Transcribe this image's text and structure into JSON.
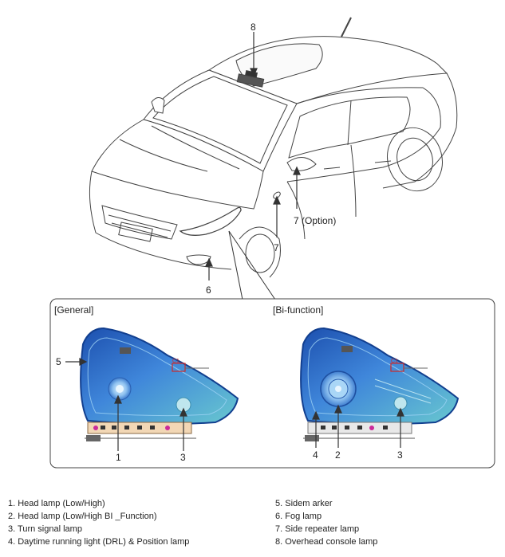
{
  "callouts": {
    "c8": "8",
    "c7_option": "7 (Option)",
    "c7": "7",
    "c6": "6"
  },
  "panels": {
    "general": {
      "title": "[General]",
      "callouts": [
        "5",
        "1",
        "3"
      ],
      "connector_label": "C1"
    },
    "bifunction": {
      "title": "[Bi-function]",
      "callouts": [
        "4",
        "2",
        "3"
      ],
      "connector_label": "C1"
    }
  },
  "legend": {
    "left": [
      "1. Head lamp (Low/High)",
      "2. Head lamp (Low/High BI _Function)",
      "3. Turn signal lamp",
      "4. Daytime running light (DRL) & Position lamp"
    ],
    "right": [
      "5. Sidem arker",
      "6. Fog lamp",
      "7. Side repeater lamp",
      "8. Overhead console lamp"
    ]
  },
  "colors": {
    "lamp_blue": "#2f6fd0",
    "lamp_light": "#8fc2f0",
    "lamp_teal": "#5fc6c8",
    "connector_red": "#cc2a2a",
    "line": "#333333"
  }
}
